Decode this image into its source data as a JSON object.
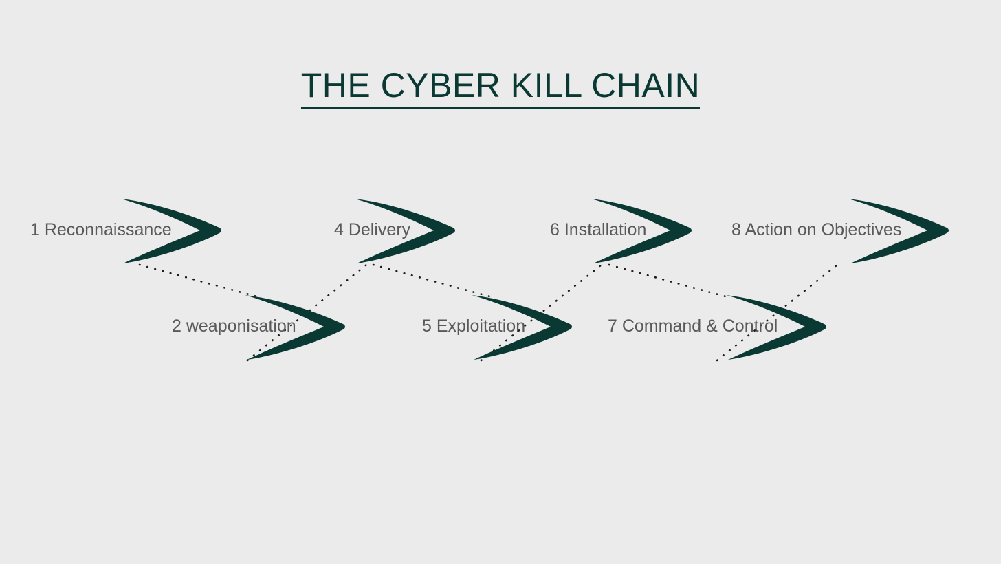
{
  "slide": {
    "background_color": "#ebebeb",
    "title": "THE CYBER KILL CHAIN",
    "title_color": "#0a3833",
    "label_color": "#595959",
    "accent_color": "#0a3833",
    "connector_color": "#1a1a1a"
  },
  "chart_data": {
    "type": "diagram",
    "diagram_style": "zigzag-chevron-chain",
    "title": "THE CYBER KILL CHAIN",
    "stage_count": 7,
    "stages": [
      {
        "number": "1",
        "name": "Reconnaissance",
        "label": "1 Reconnaissance",
        "row": "top",
        "order": 1
      },
      {
        "number": "2",
        "name": "weaponisation",
        "label": "2 weaponisation",
        "row": "bottom",
        "order": 2
      },
      {
        "number": "4",
        "name": "Delivery",
        "label": "4 Delivery",
        "row": "top",
        "order": 3
      },
      {
        "number": "5",
        "name": "Exploitation",
        "label": "5 Exploitation",
        "row": "bottom",
        "order": 4
      },
      {
        "number": "6",
        "name": "Installation",
        "label": "6 Installation",
        "row": "top",
        "order": 5
      },
      {
        "number": "7",
        "name": "Command & Control",
        "label": "7 Command & Control",
        "row": "bottom",
        "order": 6
      },
      {
        "number": "8",
        "name": "Action on Objectives",
        "label": "8 Action on Objectives",
        "row": "top",
        "order": 7
      }
    ],
    "connectors": [
      {
        "from": "1 Reconnaissance",
        "to": "2 weaponisation",
        "style": "dotted"
      },
      {
        "from": "2 weaponisation",
        "to": "4 Delivery",
        "style": "dotted"
      },
      {
        "from": "4 Delivery",
        "to": "5 Exploitation",
        "style": "dotted"
      },
      {
        "from": "5 Exploitation",
        "to": "6 Installation",
        "style": "dotted"
      },
      {
        "from": "6 Installation",
        "to": "7 Command & Control",
        "style": "dotted"
      },
      {
        "from": "7 Command & Control",
        "to": "8 Action on Objectives",
        "style": "dotted"
      }
    ]
  },
  "labels": {
    "s1": "1 Reconnaissance",
    "s2": "2 weaponisation",
    "s4": "4 Delivery",
    "s5": "5 Exploitation",
    "s6": "6 Installation",
    "s7": "7 Command & Control",
    "s8": "8 Action on Objectives"
  }
}
